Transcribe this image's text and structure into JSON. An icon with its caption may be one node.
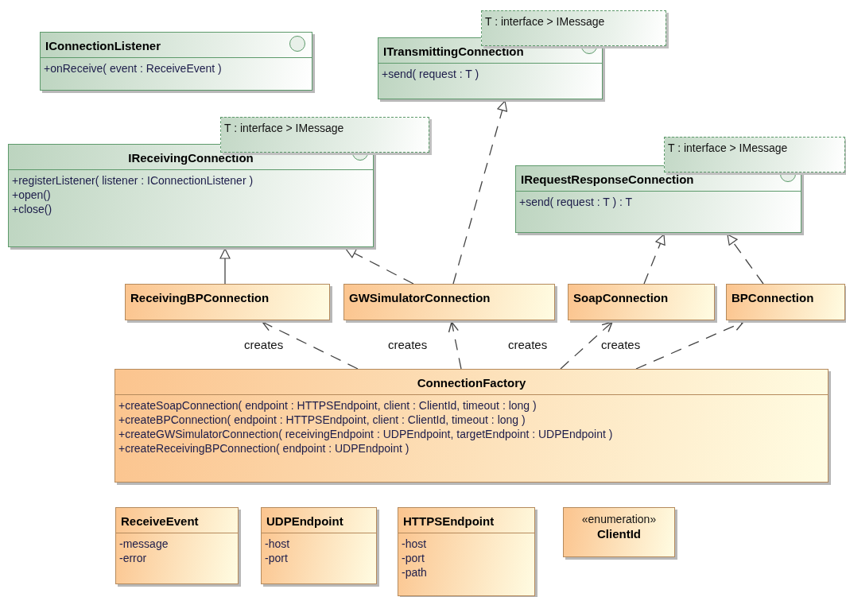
{
  "diagram": {
    "nodes": [
      {
        "text": [
          "IConnectionListener",
          "+onReceive( event : ReceiveEvent )"
        ]
      },
      {
        "text": [
          "ITransmittingConnection",
          "+send( request : T )"
        ],
        "beside": [
          "T : interface > IMessage"
        ]
      },
      {
        "text": [
          "IReceivingConnection",
          "+registerListener( listener : IConnectionListener )",
          "+open()",
          "+close()"
        ],
        "beside": [
          "T : interface > IMessage"
        ]
      },
      {
        "text": [
          "IRequestResponseConnection",
          "+send( request : T ) : T"
        ],
        "beside": [
          "T : interface > IMessage"
        ]
      },
      {
        "text": [
          "ReceivingBPConnection"
        ]
      },
      {
        "text": [
          "GWSimulatorConnection"
        ]
      },
      {
        "text": [
          "SoapConnection"
        ]
      },
      {
        "text": [
          "BPConnection"
        ]
      },
      {
        "text": [
          "ConnectionFactory",
          "+createSoapConnection( endpoint : HTTPSEndpoint, client : ClientId, timeout : long )",
          "+createBPConnection( endpoint : HTTPSEndpoint, client : ClientId, timeout : long )",
          "+createGWSimulatorConnection( receivingEndpoint : UDPEndpoint, targetEndpoint : UDPEndpoint )",
          "+createReceivingBPConnection( endpoint : UDPEndpoint )"
        ]
      },
      {
        "text": [
          "ReceiveEvent",
          "-message",
          "-error"
        ]
      },
      {
        "text": [
          "UDPEndpoint",
          "-host",
          "-port"
        ]
      },
      {
        "text": [
          "HTTPSEndpoint",
          "-host",
          "-port",
          "-path"
        ]
      },
      {
        "text": [
          "«enumeration»",
          "ClientId"
        ]
      }
    ],
    "edges": [
      {
        "from": 4,
        "to": 2,
        "arrow": "to"
      },
      {
        "from": 5,
        "to": 2,
        "arrow": "to",
        "style": "dashed"
      },
      {
        "from": 5,
        "to": 1,
        "arrow": "to",
        "style": "dashed"
      },
      {
        "from": 6,
        "to": 3,
        "arrow": "to",
        "style": "dashed"
      },
      {
        "from": 7,
        "to": 3,
        "arrow": "to",
        "style": "dashed"
      },
      {
        "from": 8,
        "to": 4,
        "arrow": "to",
        "style": "dashed",
        "label": "creates"
      },
      {
        "from": 8,
        "to": 5,
        "arrow": "to",
        "style": "dashed",
        "label": "creates"
      },
      {
        "from": 8,
        "to": 6,
        "arrow": "to",
        "style": "dashed",
        "label": "creates"
      },
      {
        "from": 8,
        "to": 7,
        "arrow": "to",
        "style": "dashed",
        "label": "creates"
      }
    ]
  }
}
